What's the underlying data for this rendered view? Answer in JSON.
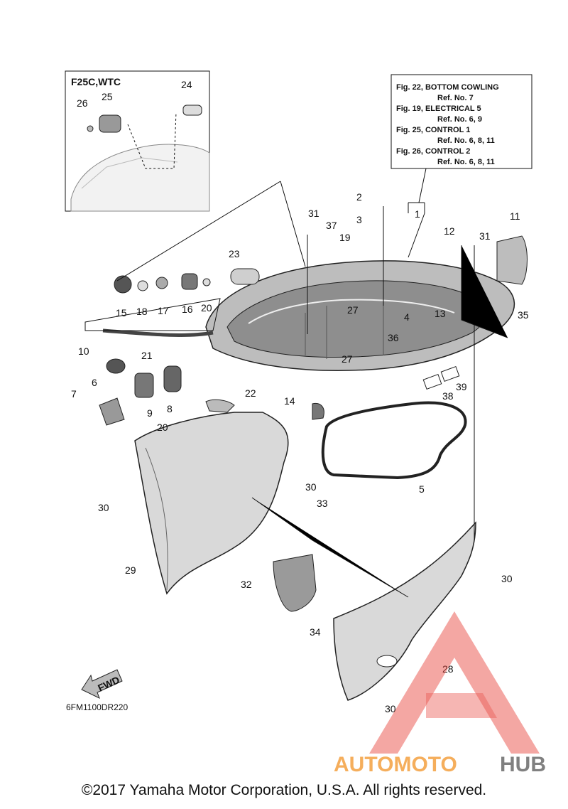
{
  "inset": {
    "title": "F25C,WTC",
    "labels": [
      "26",
      "25",
      "24"
    ]
  },
  "refbox": {
    "lines": [
      "Fig. 22, BOTTOM COWLING",
      "Ref. No. 7",
      "Fig. 19, ELECTRICAL 5",
      "Ref. No. 6, 9",
      "Fig. 25, CONTROL 1",
      "Ref. No. 6, 8, 11",
      "Fig. 26, CONTROL 2",
      "Ref. No. 6, 8, 11"
    ]
  },
  "callouts": [
    "1",
    "2",
    "3",
    "4",
    "5",
    "6",
    "7",
    "8",
    "9",
    "10",
    "11",
    "12",
    "13",
    "14",
    "15",
    "16",
    "17",
    "18",
    "19",
    "20",
    "20",
    "21",
    "22",
    "23",
    "27",
    "27",
    "28",
    "29",
    "30",
    "30",
    "30",
    "30",
    "31",
    "31",
    "32",
    "33",
    "34",
    "35",
    "36",
    "37",
    "38",
    "39"
  ],
  "fwd_label": "FWD",
  "drawing_code": "6FM1100DR220",
  "watermark": {
    "part1": "AUTOMOTO",
    "part2": "HUB",
    "color1": "#f4a040",
    "color2": "#6a6a6a",
    "logo_color": "#e8423a"
  },
  "copyright": "©2017 Yamaha Motor Corporation, U.S.A. All rights reserved."
}
